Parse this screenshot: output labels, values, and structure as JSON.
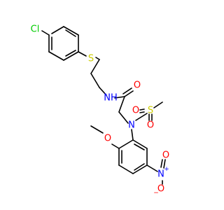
{
  "colors": {
    "carbon": "#000000",
    "nitrogen": "#0000FF",
    "oxygen": "#FF0000",
    "sulfur": "#CCCC00",
    "chlorine": "#00CC00",
    "background": "#FFFFFF"
  },
  "atoms": {
    "cl": "Cl",
    "s_thioether": "S",
    "nh": "NH",
    "o_amide": "O",
    "n_sulfonamide": "N",
    "s_sulfonyl": "S",
    "o_sulfonyl_left": "O",
    "o_sulfonyl_bottom": "O",
    "o_methoxy": "O",
    "n_nitro": "N",
    "n_nitro_charge": "+",
    "o_nitro_top": "O",
    "o_nitro_bottom": "O",
    "o_nitro_charge": "−"
  }
}
